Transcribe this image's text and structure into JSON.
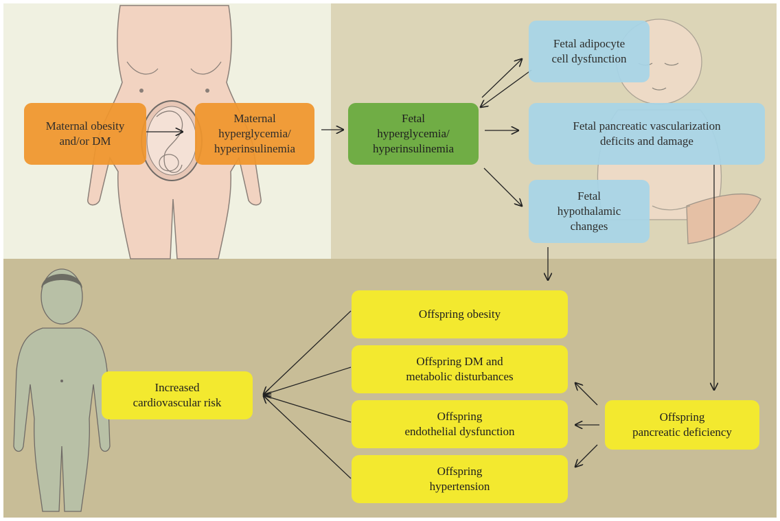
{
  "colors": {
    "panel_top_left": "#f0f1e1",
    "panel_top_right": "#dcd5b7",
    "panel_bottom": "#c8bd97",
    "maternal_box": "#f0962d",
    "fetal_hyperglycemia_box": "#70ad45",
    "fetal_effect_box": "#a7d5e8",
    "offspring_box": "#f3e92f"
  },
  "illustrations": {
    "mother": "pregnant-woman-with-fetus-icon",
    "baby": "newborn-baby-outline-icon",
    "child": "child-figure-icon"
  },
  "boxes": {
    "maternal_obesity": "Maternal obesity\nand/or DM",
    "maternal_hyperglycemia": "Maternal\nhyperglycemia/\nhyperinsulinemia",
    "fetal_hyperglycemia": "Fetal\nhyperglycemia/\nhyperinsulinemia",
    "fetal_adipocyte": "Fetal adipocyte\ncell dysfunction",
    "fetal_pancreatic": "Fetal pancreatic vascularization\ndeficits and damage",
    "fetal_hypothalamic": "Fetal\nhypothalamic\nchanges",
    "offspring_obesity": "Offspring obesity",
    "offspring_dm": "Offspring DM and\nmetabolic disturbances",
    "offspring_endothelial": "Offspring\nendothelial dysfunction",
    "offspring_hypertension": "Offspring\nhypertension",
    "increased_cv_risk": "Increased\ncardiovascular risk",
    "offspring_pancreatic": "Offspring\npancreatic deficiency"
  }
}
